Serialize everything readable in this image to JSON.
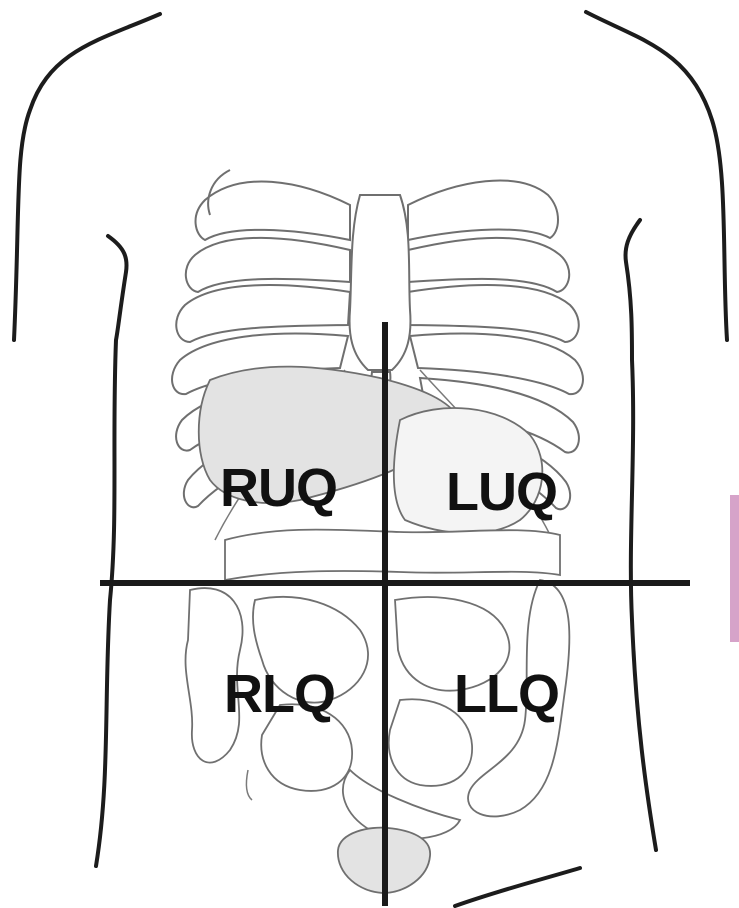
{
  "quadrants": {
    "ruq": "RUQ",
    "luq": "LUQ",
    "rlq": "RLQ",
    "llq": "LLQ"
  },
  "icons": {
    "body": "torso-outline-icon",
    "ribcage": "ribcage-icon",
    "liver": "liver-icon",
    "stomach": "stomach-icon",
    "intestines": "intestines-icon",
    "bladder": "bladder-icon"
  },
  "colors": {
    "outline": "#1c1c1c",
    "axis": "#1a1a1a",
    "organ_fill": "#e3e3e3",
    "edge_marker": "#d6a3c9"
  }
}
